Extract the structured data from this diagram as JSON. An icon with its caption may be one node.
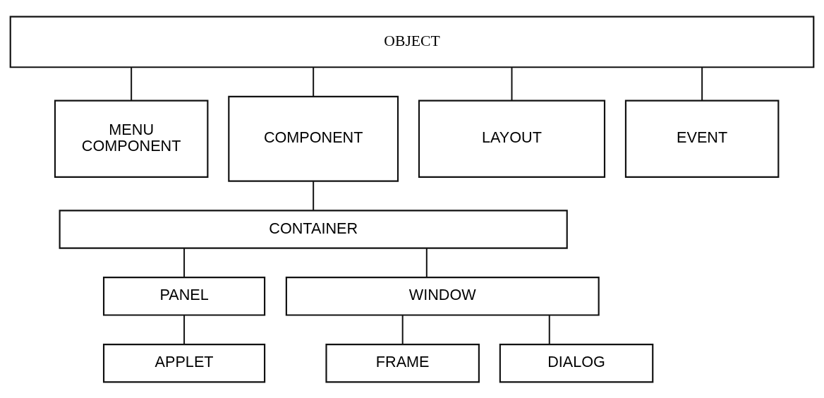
{
  "diagram": {
    "nodes": [
      {
        "text": [
          "OBJECT"
        ]
      },
      {
        "text": [
          "MENU COMPONENT"
        ]
      },
      {
        "text": [
          "COMPONENT"
        ]
      },
      {
        "text": [
          "LAYOUT"
        ]
      },
      {
        "text": [
          "EVENT"
        ]
      },
      {
        "text": [
          "CONTAINER"
        ]
      },
      {
        "text": [
          "PANEL"
        ]
      },
      {
        "text": [
          "WINDOW"
        ]
      },
      {
        "text": [
          "APPLET"
        ]
      },
      {
        "text": [
          "FRAME"
        ]
      },
      {
        "text": [
          "DIALOG"
        ]
      }
    ],
    "edges": [
      {
        "from": 0,
        "to": 1,
        "arrow": "none"
      },
      {
        "from": 0,
        "to": 2,
        "arrow": "none"
      },
      {
        "from": 0,
        "to": 3,
        "arrow": "none"
      },
      {
        "from": 0,
        "to": 4,
        "arrow": "none"
      },
      {
        "from": 2,
        "to": 5,
        "arrow": "none"
      },
      {
        "from": 5,
        "to": 6,
        "arrow": "none"
      },
      {
        "from": 5,
        "to": 7,
        "arrow": "none"
      },
      {
        "from": 6,
        "to": 8,
        "arrow": "none"
      },
      {
        "from": 7,
        "to": 9,
        "arrow": "none"
      },
      {
        "from": 7,
        "to": 10,
        "arrow": "none"
      }
    ]
  }
}
